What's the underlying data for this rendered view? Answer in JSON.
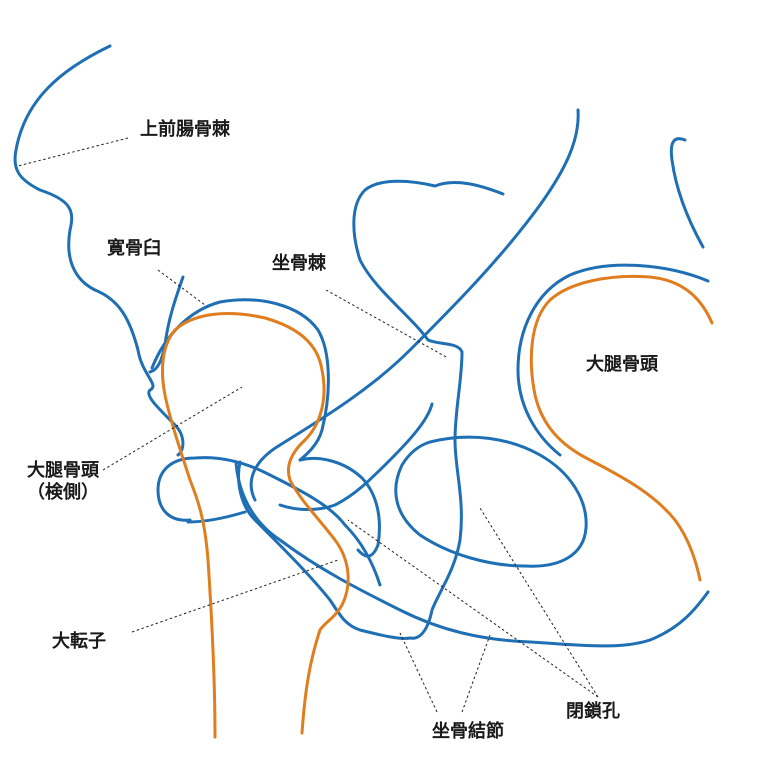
{
  "colors": {
    "bone_outline": "#1f6fb5",
    "femoral_head_outline": "#e07d1f",
    "leader_line": "#222222"
  },
  "labels": {
    "asis": "上前腸骨棘",
    "acetabulum": "寛骨臼",
    "ischial_spine": "坐骨棘",
    "femoral_head_right": "大腿骨頭",
    "femoral_head_left_line1": "大腿骨頭",
    "femoral_head_left_line2": "（検側）",
    "greater_trochanter": "大転子",
    "obturator_foramen": "閉鎖孔",
    "ischial_tuberosity": "坐骨結節"
  }
}
